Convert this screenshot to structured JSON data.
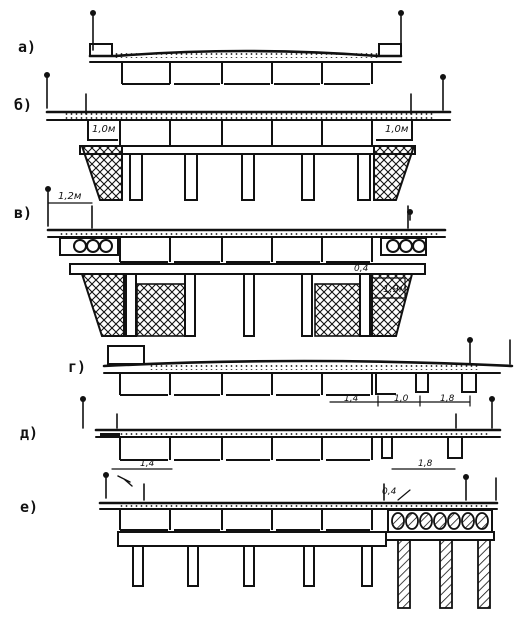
{
  "variants": [
    {
      "label": "а)"
    },
    {
      "label": "б)",
      "dims": [
        "1,0м",
        "1,0м"
      ]
    },
    {
      "label": "в)",
      "dims": [
        "1,2м",
        "0,4",
        "1,9м"
      ]
    },
    {
      "label": "г)",
      "dims": [
        "1,4",
        "1,0",
        "1,8"
      ]
    },
    {
      "label": "д)",
      "dims": [
        "1,4",
        "1,8"
      ]
    },
    {
      "label": "е)",
      "dims": [
        "0,4"
      ]
    }
  ],
  "colors": {
    "ink": "#111111",
    "paper": "#ffffff"
  }
}
